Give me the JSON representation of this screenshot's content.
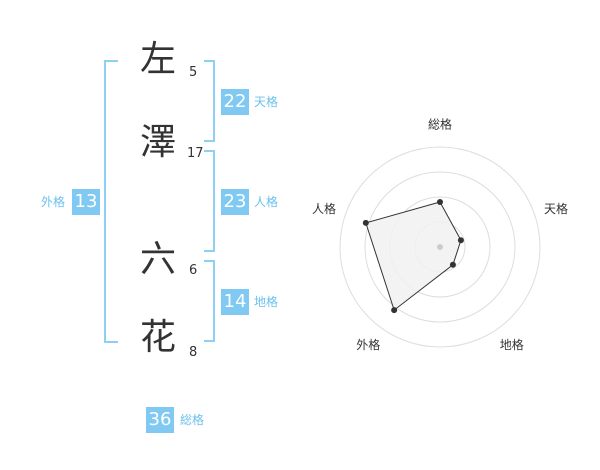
{
  "name": {
    "chars": [
      {
        "char": "左",
        "strokes": "5"
      },
      {
        "char": "澤",
        "strokes": "17"
      },
      {
        "char": "六",
        "strokes": "6"
      },
      {
        "char": "花",
        "strokes": "8"
      }
    ]
  },
  "kakusu": {
    "tenkaku": {
      "value": "22",
      "label": "天格"
    },
    "jinkaku": {
      "value": "23",
      "label": "人格"
    },
    "chikaku": {
      "value": "14",
      "label": "地格"
    },
    "gaikaku": {
      "value": "13",
      "label": "外格"
    },
    "soukaku": {
      "value": "36",
      "label": "総格"
    }
  },
  "chart_data": {
    "type": "radar",
    "axes": [
      "総格",
      "天格",
      "地格",
      "外格",
      "人格"
    ],
    "values": [
      0.45,
      0.22,
      0.22,
      0.78,
      0.78
    ],
    "rings": 4,
    "colors": {
      "fill": "#f1f1f1",
      "stroke": "#333333",
      "grid": "#dddddd",
      "point": "#333333",
      "center": "#cccccc"
    }
  }
}
